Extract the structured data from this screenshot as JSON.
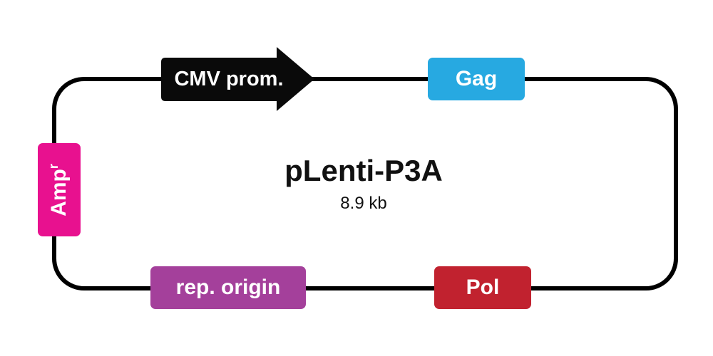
{
  "plasmid": {
    "name": "pLenti-P3A",
    "size": "8.9 kb"
  },
  "features": {
    "promoter": {
      "label": "CMV prom.",
      "color": "#0a0a0a"
    },
    "gag": {
      "label": "Gag",
      "color": "#27a9e1"
    },
    "pol": {
      "label": "Pol",
      "color": "#c1222f"
    },
    "origin": {
      "label": "rep. origin",
      "color": "#a4409b"
    },
    "resistance": {
      "label": "Amp",
      "superscript": "r",
      "color": "#e8118f"
    }
  },
  "backbone": {
    "color": "#000000"
  }
}
